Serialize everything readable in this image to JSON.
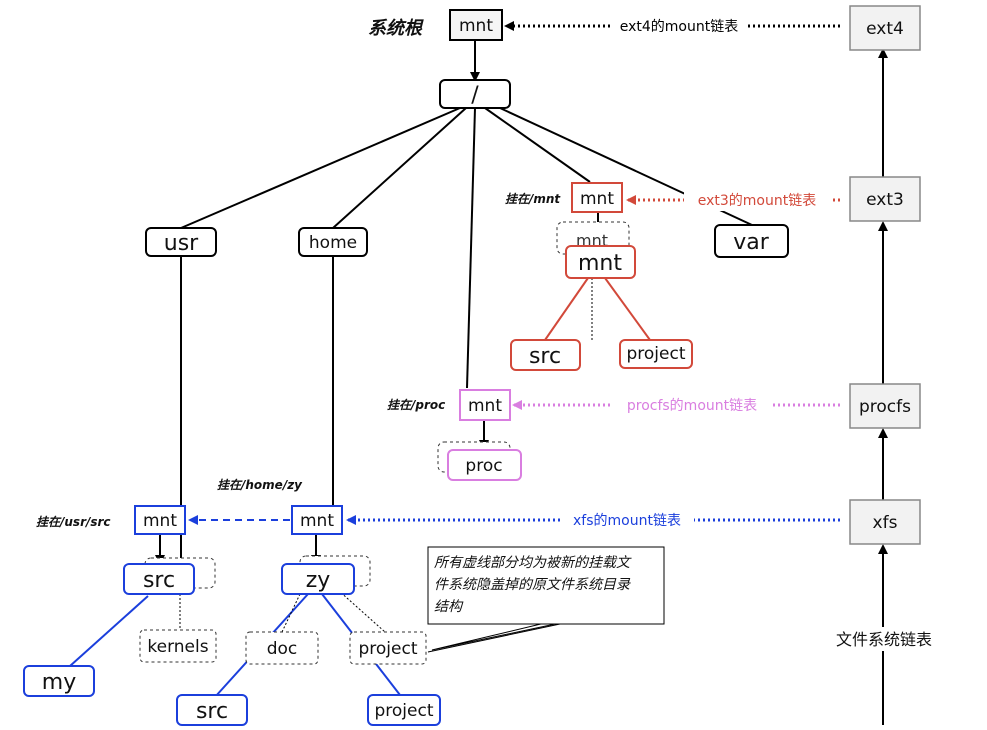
{
  "root_label": "系统根",
  "root_mnt": "mnt",
  "slash": "/",
  "dirs": {
    "usr": "usr",
    "home": "home",
    "var": "var",
    "mnt": "mnt",
    "proc": "proc"
  },
  "ext3_mount": {
    "prefix": "挂在/mnt",
    "mnt": "mnt",
    "hidden": "mnt",
    "children": [
      "src",
      "project"
    ]
  },
  "proc_mount": {
    "prefix": "挂在/proc",
    "mnt": "mnt",
    "proc": "proc"
  },
  "usr_mount": {
    "prefix": "挂在/usr/src",
    "mnt": "mnt",
    "src": "src",
    "hidden": [
      "kernels"
    ],
    "my": "my"
  },
  "home_mount": {
    "prefix": "挂在/home/zy",
    "mnt": "mnt",
    "zy": "zy",
    "hidden": [
      "doc",
      "project"
    ],
    "children": [
      "src",
      "project"
    ]
  },
  "chain_labels": {
    "ext4": "ext4的mount链表",
    "ext3": "ext3的mount链表",
    "procfs": "procfs的mount链表",
    "xfs": "xfs的mount链表"
  },
  "filesystems": [
    "ext4",
    "ext3",
    "procfs",
    "xfs"
  ],
  "fs_chain_label": "文件系统链表",
  "note": {
    "lines": [
      "所有虚线部分均为被新的挂载文",
      "件系统隐盖掉的原文件系统目录",
      "结构"
    ]
  },
  "colors": {
    "ext3": "#d2493a",
    "procfs": "#d97ee0",
    "xfs": "#1b3fdc",
    "ext4": "#000000"
  }
}
